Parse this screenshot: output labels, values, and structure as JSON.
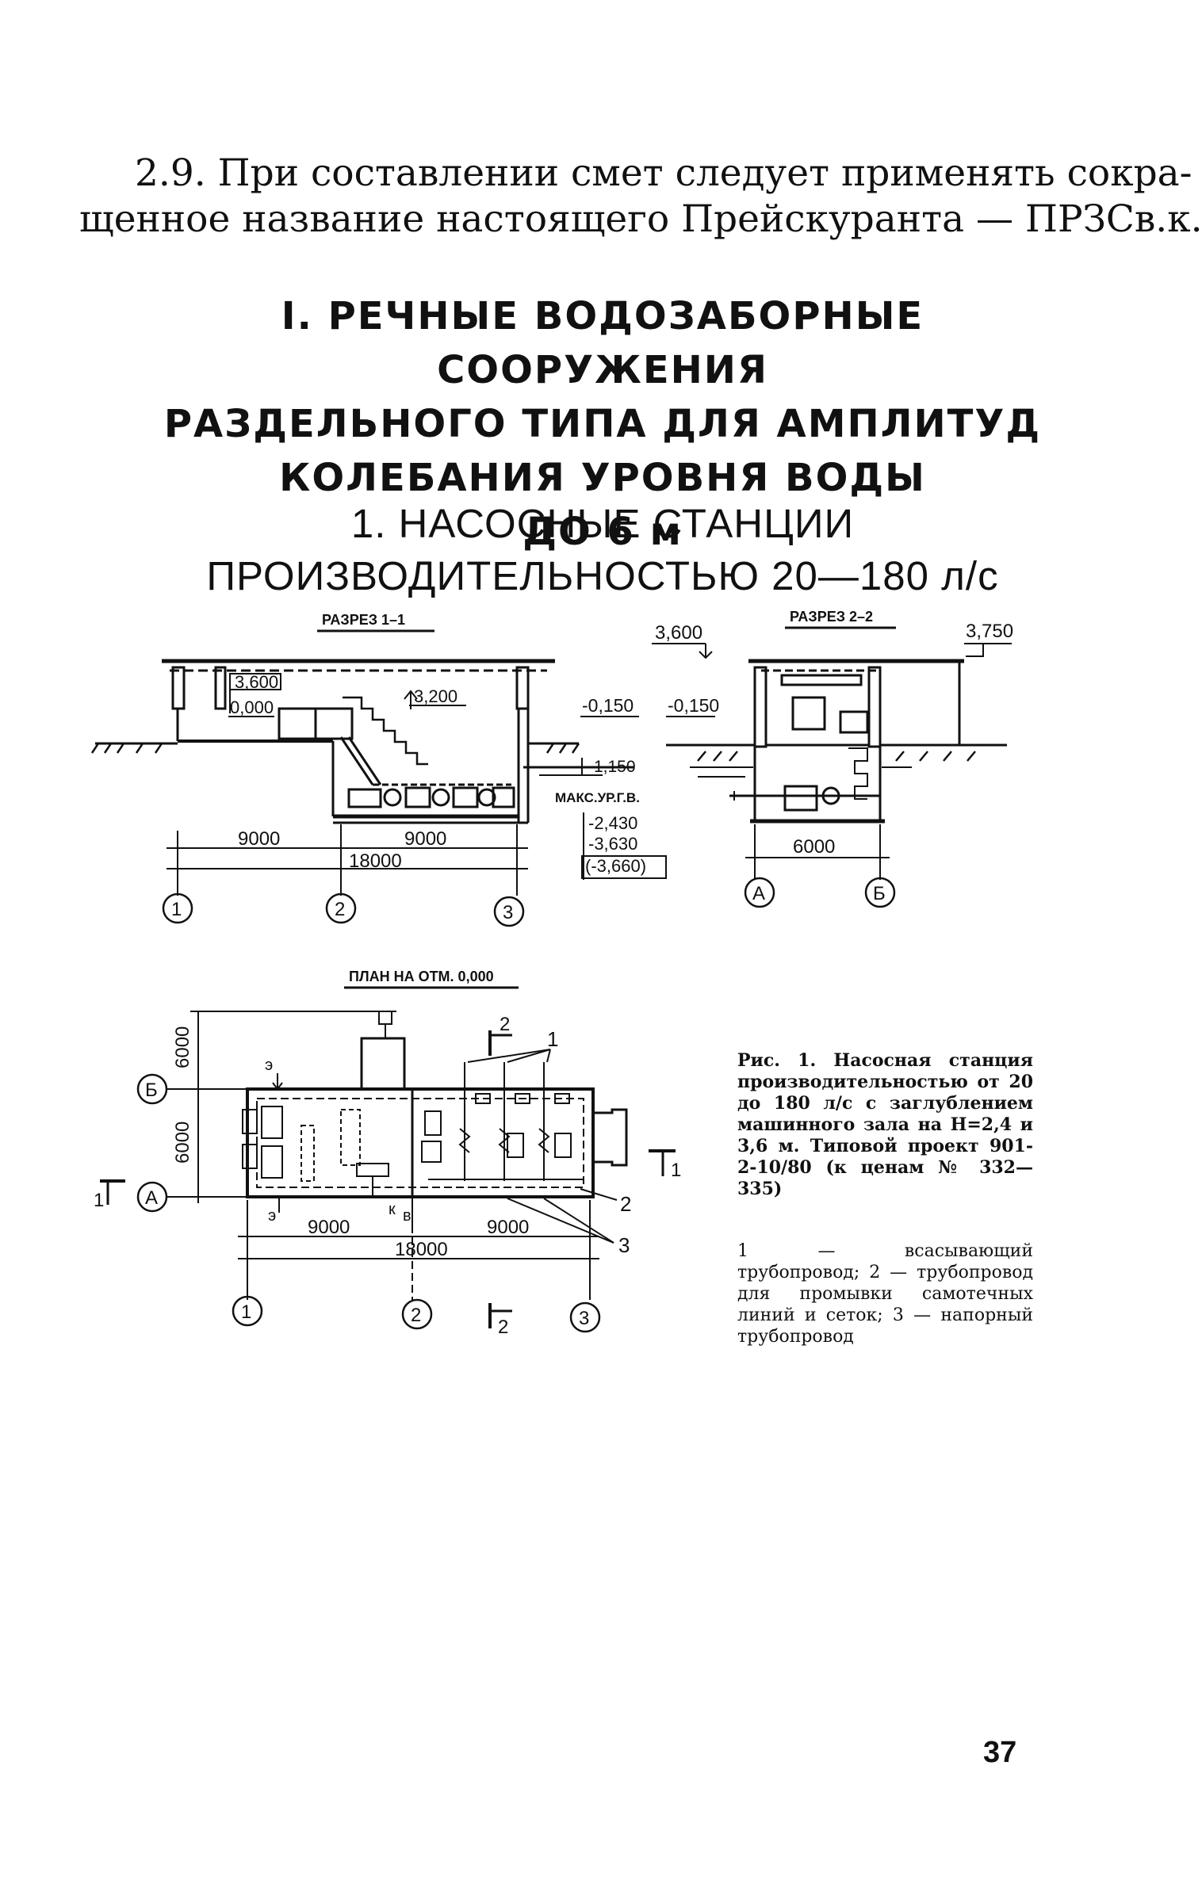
{
  "paragraph": {
    "line1": "2.9. При составлении смет следует применять сокра-",
    "line2": "щенное название настоящего Прейскуранта — ПРЗСв.к."
  },
  "section_heading": {
    "line1": "I. РЕЧНЫЕ ВОДОЗАБОРНЫЕ СООРУЖЕНИЯ",
    "line2": "РАЗДЕЛЬНОГО ТИПА ДЛЯ АМПЛИТУД",
    "line3": "КОЛЕБАНИЯ УРОВНЯ ВОДЫ",
    "line4": "ДО 6 м"
  },
  "subsection_heading": {
    "line1": "1. НАСОСНЫЕ СТАНЦИИ",
    "line2": "ПРОИЗВОДИТЕЛЬНОСТЬЮ 20—180 л/с"
  },
  "section1": {
    "title": "РАЗРЕЗ 1–1",
    "marks": [
      "3,600",
      "0,000",
      "3,200",
      "-0,150",
      "-1,150",
      "МАКС.УР.Г.В.",
      "-2,430",
      "-3,630",
      "(-3,660)"
    ],
    "dims": [
      "9000",
      "9000",
      "18000"
    ],
    "axes": [
      "1",
      "2",
      "3"
    ]
  },
  "section2": {
    "title": "РАЗРЕЗ 2–2",
    "marks": [
      "3,600",
      "3,750",
      "-0,150"
    ],
    "dims": [
      "6000"
    ],
    "axes": [
      "А",
      "Б"
    ]
  },
  "plan": {
    "title": "ПЛАН НА ОТМ. 0,000",
    "dims": [
      "6000",
      "6000",
      "9000",
      "9000",
      "18000"
    ],
    "axes_rows": [
      "Б",
      "А"
    ],
    "axes_cols": [
      "1",
      "2",
      "3"
    ],
    "cut_marks": [
      "2",
      "2",
      "1",
      "1"
    ],
    "callouts": [
      "1",
      "2",
      "3"
    ],
    "pipe_letters": [
      "э",
      "э",
      "к",
      "в"
    ]
  },
  "caption": "Рис. 1. Насосная станция производительностью от 20 до 180 л/с с заглублением машинного зала на H=2,4 и 3,6 м. Типовой проект 901-2-10/80 (к ценам № 332—335)",
  "legend": "1 — всасывающий трубопровод; 2 — трубопровод для промывки самотечных линий и сеток; 3 — напорный трубопровод",
  "page_number": "37"
}
